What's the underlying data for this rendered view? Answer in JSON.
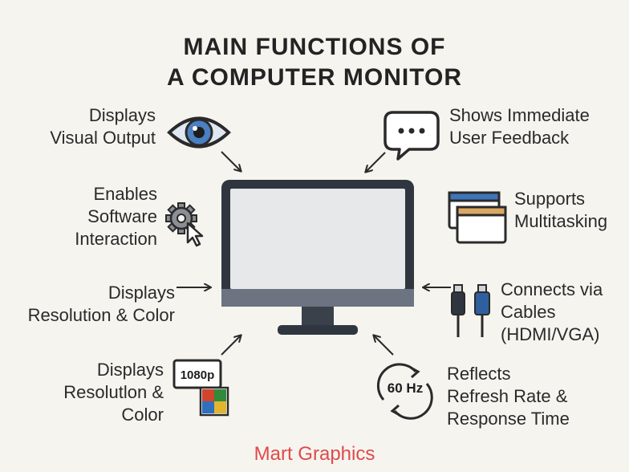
{
  "title": {
    "line1": "MAIN FUNCTIONS OF",
    "line2": "A COMPUTER MONITOR"
  },
  "functions": {
    "visual_output": {
      "line1": "Displays",
      "line2": "Visual Output",
      "icon": "eye-icon"
    },
    "user_feedback": {
      "line1": "Shows Immediate",
      "line2": "User Feedback",
      "icon": "speech-bubble-icon"
    },
    "software_interaction": {
      "line1": "Enables",
      "line2": "Software",
      "line3": "Interaction",
      "icon": "gear-cursor-icon"
    },
    "multitasking": {
      "line1": "Supports",
      "line2": "Multitasking",
      "icon": "windows-icon"
    },
    "resolution_color_1": {
      "line1": "Displays",
      "line2": "Resolution & Color",
      "icon": "arrow-icon"
    },
    "cables": {
      "line1": "Connects via",
      "line2": "Cables",
      "line3": "(HDMI/VGA)",
      "icon": "cable-icon"
    },
    "resolution_color_2": {
      "line1": "Displays",
      "line2": "Resolutlon &",
      "line3": "Color",
      "icon": "resolution-badge-icon",
      "badge": "1080p"
    },
    "refresh_rate": {
      "line1": "Reflects",
      "line2": "Refresh Rate &",
      "line3": "Response Time",
      "icon": "refresh-icon",
      "badge": "60 Hz"
    }
  },
  "footer": "Mart Graphics",
  "colors": {
    "accent_blue": "#2f5f9e",
    "footer_red": "#e04a4a",
    "monitor_frame": "#2f3640",
    "screen": "#e6e8ea"
  }
}
